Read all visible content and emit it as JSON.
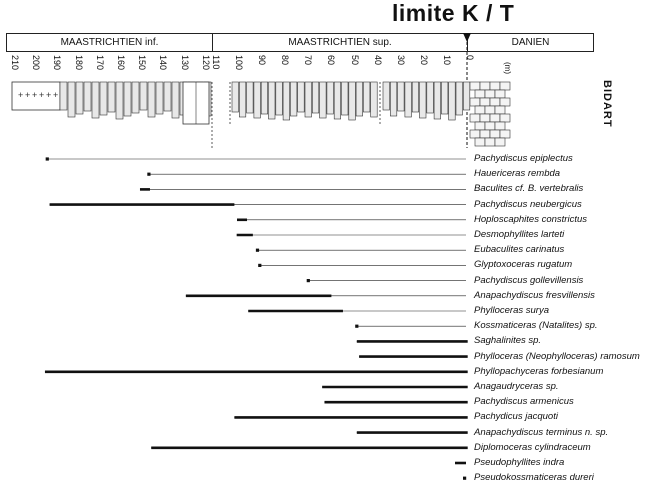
{
  "title": "limite K / T",
  "stages": [
    {
      "label": "MAASTRICHTIEN inf."
    },
    {
      "label": "MAASTRICHTIEN sup."
    },
    {
      "label": "DANIEN"
    }
  ],
  "scale": {
    "ticks": [
      "210",
      "200",
      "190",
      "180",
      "170",
      "160",
      "150",
      "140",
      "130",
      "120",
      "110",
      "100",
      "90",
      "80",
      "70",
      "60",
      "50",
      "40",
      "30",
      "20",
      "10",
      "0"
    ],
    "unit": "(m)"
  },
  "section_label": "BIDART",
  "ranges": [
    {
      "name": "Pachydiscus epiplectus",
      "from": 183,
      "to": 1,
      "style": "point"
    },
    {
      "name": "Hauericeras rembda",
      "from": 139,
      "to": 1,
      "style": "point"
    },
    {
      "name": "Baculites cf. B. vertebralis",
      "from": 142,
      "to": 1,
      "style": "short"
    },
    {
      "name": "Pachydiscus neubergicus",
      "from": 182,
      "to": 1,
      "style": "thick",
      "thick_end": 102
    },
    {
      "name": "Hoploscaphites constrictus",
      "from": 100,
      "to": 1,
      "style": "short"
    },
    {
      "name": "Desmophyllites larteti",
      "from": 101,
      "to": 1,
      "style": "thick",
      "thick_end": 94
    },
    {
      "name": "Eubaculites carinatus",
      "from": 92,
      "to": 1,
      "style": "point"
    },
    {
      "name": "Glyptoxoceras rugatum",
      "from": 91,
      "to": 1,
      "style": "point"
    },
    {
      "name": "Pachydiscus gollevillensis",
      "from": 70,
      "to": 1,
      "style": "point"
    },
    {
      "name": "Anapachydiscus fresvillensis",
      "from": 123,
      "to": 1,
      "style": "thick",
      "thick_end": 60
    },
    {
      "name": "Phylloceras surya",
      "from": 96,
      "to": 1,
      "style": "thick",
      "thick_end": 55
    },
    {
      "name": "Kossmaticeras (Natalites) sp.",
      "from": 49,
      "to": 1,
      "style": "point"
    },
    {
      "name": "Saghalinites sp.",
      "from": 49,
      "to": 1,
      "style": "thick",
      "thick_end": 1
    },
    {
      "name": "Phylloceras (Neophylloceras) ramosum",
      "from": 48,
      "to": 1,
      "style": "thick",
      "thick_end": 1
    },
    {
      "name": "Phyllopachyceras forbesianum",
      "from": 184,
      "to": 1,
      "style": "thick",
      "thick_end": 1
    },
    {
      "name": "Anagaudryceras sp.",
      "from": 64,
      "to": 1,
      "style": "thick",
      "thick_end": 1
    },
    {
      "name": "Pachydiscus armenicus",
      "from": 63,
      "to": 1,
      "style": "thick",
      "thick_end": 1
    },
    {
      "name": "Pachydicus jacquoti",
      "from": 102,
      "to": 1,
      "style": "thick",
      "thick_end": 1
    },
    {
      "name": "Anapachydiscus terminus n. sp.",
      "from": 49,
      "to": 1,
      "style": "thick",
      "thick_end": 1
    },
    {
      "name": "Diplomoceras cylindraceum",
      "from": 138,
      "to": 1,
      "style": "thick",
      "thick_end": 1
    },
    {
      "name": "Pseudophyllites indra",
      "from": 7,
      "to": 0,
      "style": "danian"
    },
    {
      "name": "Pseudokossmaticeras dureri",
      "from": 3,
      "to": 3,
      "style": "danian-point"
    }
  ]
}
